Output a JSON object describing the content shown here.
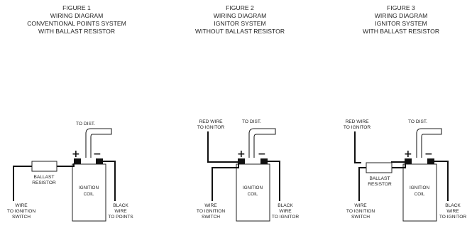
{
  "figures": [
    {
      "title": [
        "FIGURE 1",
        "WIRING DIAGRAM",
        "CONVENTIONAL POINTS SYSTEM",
        "WITH BALLAST RESISTOR"
      ],
      "to_dist": "TO DIST.",
      "red_wire": [],
      "ballast": [
        "BALLAST",
        "RESISTOR"
      ],
      "coil": [
        "IGNITION",
        "COIL"
      ],
      "wire_left": [
        "WIRE",
        "TO IGNITION",
        "SWITCH"
      ],
      "wire_right": [
        "BLACK",
        "WIRE",
        "TO POINTS"
      ],
      "plus": "+",
      "minus": "−"
    },
    {
      "title": [
        "FIGURE 2",
        "WIRING DIAGRAM",
        "IGNITOR SYSTEM",
        "WITHOUT BALLAST RESISTOR"
      ],
      "to_dist": "TO DIST.",
      "red_wire": [
        "RED WIRE",
        "TO IGNITOR"
      ],
      "ballast": [],
      "coil": [
        "IGNITION",
        "COIL"
      ],
      "wire_left": [
        "WIRE",
        "TO IGNITION",
        "SWITCH"
      ],
      "wire_right": [
        "BLACK",
        "WIRE",
        "TO IGNITOR"
      ],
      "plus": "+",
      "minus": "−"
    },
    {
      "title": [
        "FIGURE 3",
        "WIRING DIAGRAM",
        "IGNITOR SYSTEM",
        "WITH BALLAST RESISTOR"
      ],
      "to_dist": "TO DIST.",
      "red_wire": [
        "RED WIRE",
        "TO IGNITOR"
      ],
      "ballast": [
        "BALLAST",
        "RESISTOR"
      ],
      "coil": [
        "IGNITION",
        "COIL"
      ],
      "wire_left": [
        "WIRE",
        "TO IGNITION",
        "SWITCH"
      ],
      "wire_right": [
        "BLACK",
        "WIRE",
        "TO IGNITOR"
      ],
      "plus": "+",
      "minus": "−"
    }
  ]
}
